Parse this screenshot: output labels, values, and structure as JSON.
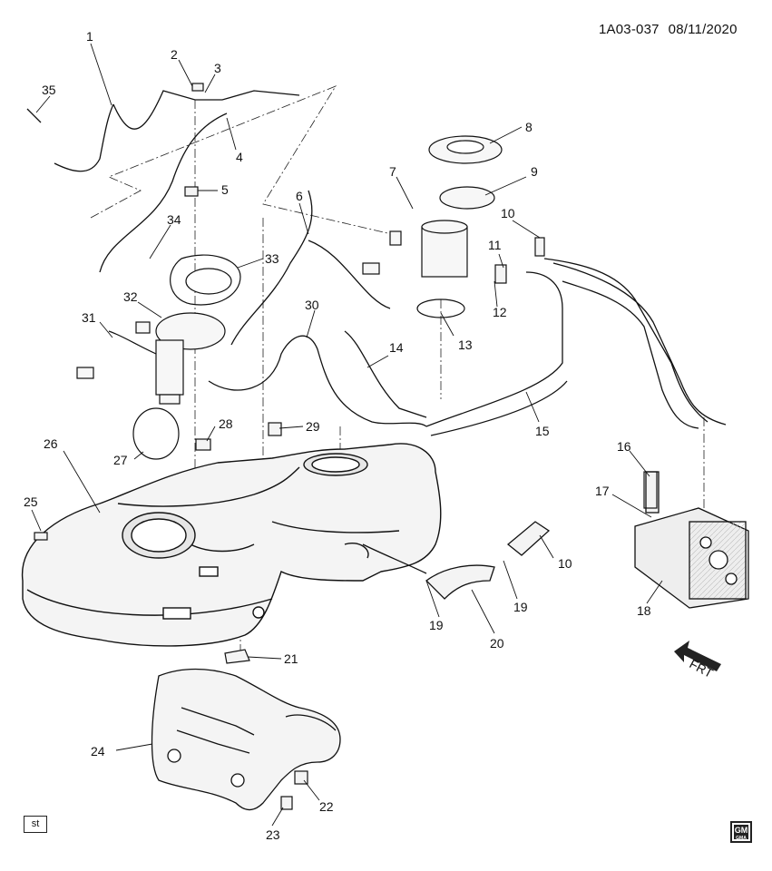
{
  "header": {
    "code": "1A03-037",
    "date": "08/11/2020"
  },
  "badge": {
    "label": "st"
  },
  "logo": {
    "text": "GM",
    "sub": "GMA"
  },
  "front_marker": {
    "label": "FRT"
  },
  "callouts": [
    {
      "id": "c1",
      "label": "1"
    },
    {
      "id": "c2",
      "label": "2"
    },
    {
      "id": "c3",
      "label": "3"
    },
    {
      "id": "c4",
      "label": "4"
    },
    {
      "id": "c5",
      "label": "5"
    },
    {
      "id": "c6",
      "label": "6"
    },
    {
      "id": "c7",
      "label": "7"
    },
    {
      "id": "c8",
      "label": "8"
    },
    {
      "id": "c9",
      "label": "9"
    },
    {
      "id": "c10a",
      "label": "10"
    },
    {
      "id": "c10b",
      "label": "10"
    },
    {
      "id": "c11",
      "label": "11"
    },
    {
      "id": "c12",
      "label": "12"
    },
    {
      "id": "c13",
      "label": "13"
    },
    {
      "id": "c14",
      "label": "14"
    },
    {
      "id": "c15",
      "label": "15"
    },
    {
      "id": "c16",
      "label": "16"
    },
    {
      "id": "c17",
      "label": "17"
    },
    {
      "id": "c18",
      "label": "18"
    },
    {
      "id": "c19a",
      "label": "19"
    },
    {
      "id": "c19b",
      "label": "19"
    },
    {
      "id": "c20",
      "label": "20"
    },
    {
      "id": "c21",
      "label": "21"
    },
    {
      "id": "c22",
      "label": "22"
    },
    {
      "id": "c23",
      "label": "23"
    },
    {
      "id": "c24",
      "label": "24"
    },
    {
      "id": "c25",
      "label": "25"
    },
    {
      "id": "c26",
      "label": "26"
    },
    {
      "id": "c27",
      "label": "27"
    },
    {
      "id": "c28",
      "label": "28"
    },
    {
      "id": "c29",
      "label": "29"
    },
    {
      "id": "c30",
      "label": "30"
    },
    {
      "id": "c31",
      "label": "31"
    },
    {
      "id": "c32",
      "label": "32"
    },
    {
      "id": "c33",
      "label": "33"
    },
    {
      "id": "c34",
      "label": "34"
    },
    {
      "id": "c35",
      "label": "35"
    }
  ]
}
